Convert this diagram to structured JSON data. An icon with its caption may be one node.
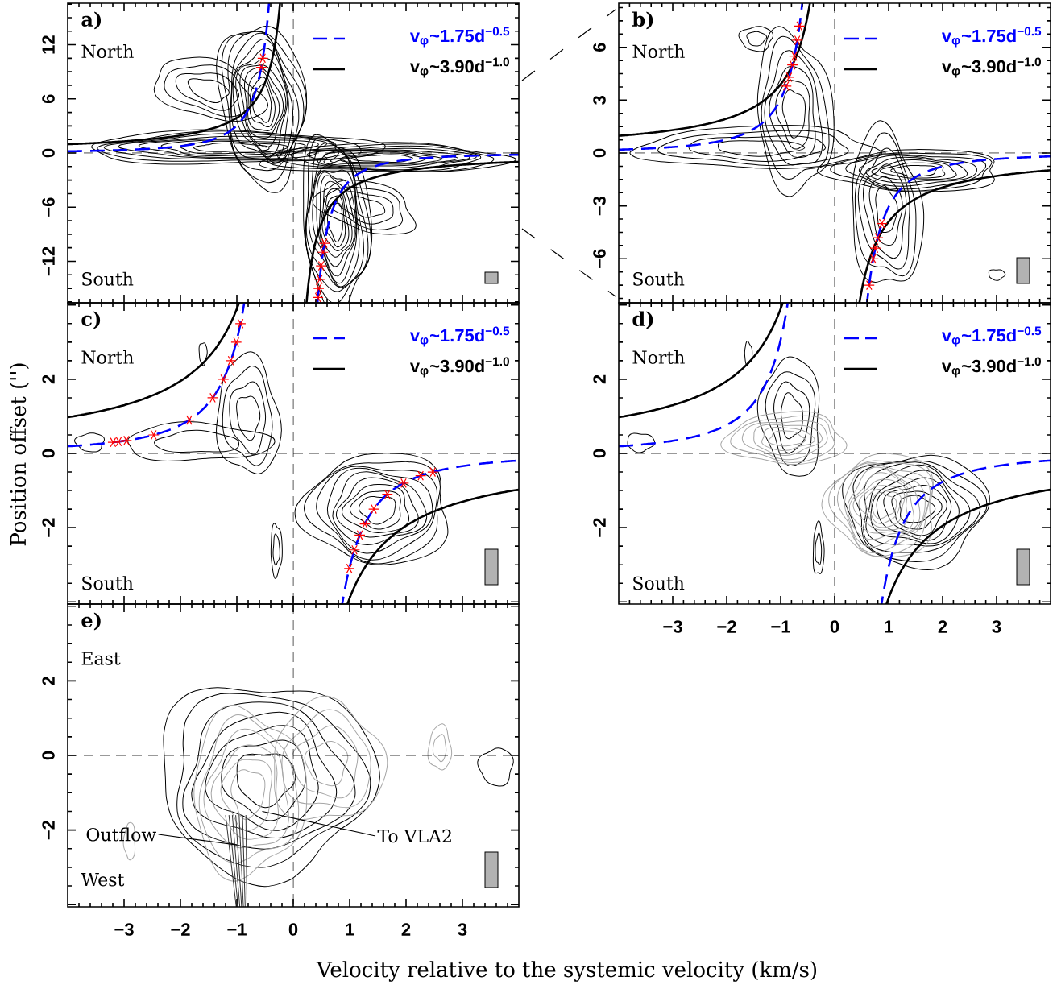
{
  "diagram": {
    "nodes": [
      {
        "text": [
          "Outflow"
        ]
      },
      {
        "text": [
          "To VLA2"
        ]
      }
    ],
    "edges": [
      {
        "from": 0,
        "to": null,
        "arrow": "none"
      },
      {
        "from": 1,
        "to": null,
        "arrow": "none"
      }
    ],
    "labels": [
      "a)",
      "North",
      "South",
      "12",
      "6",
      "0",
      "−6",
      "−12",
      "b)",
      "North",
      "South",
      "6",
      "3",
      "0",
      "−3",
      "−6",
      "c)",
      "North",
      "South",
      "2",
      "0",
      "−2",
      "Position offset ('')",
      "d)",
      "North",
      "South",
      "2",
      "0",
      "−2",
      "−3",
      "−2",
      "−1",
      "0",
      "1",
      "2",
      "3",
      "e)",
      "East",
      "West",
      "2",
      "0",
      "−2",
      "−3",
      "−2",
      "−1",
      "0",
      "1",
      "2",
      "3",
      "Velocity relative to the systemic velocity (km/s)"
    ],
    "legend": [
      {
        "text": "v$_{φ}$~1.75d$^{−0.5}$"
      },
      {
        "text": "v$_{φ}$~3.90d$^{−1.0}$"
      },
      {
        "text": "v$_{φ}$~1.75d$^{−0.5}$"
      },
      {
        "text": "v$_{φ}$~3.90d$^{−1.0}$"
      },
      {
        "text": "v$_{φ}$~1.75d$^{−0.5}$"
      },
      {
        "text": "v$_{φ}$~3.90d$^{−1.0}$"
      },
      {
        "text": "v$_{φ}$~1.75d$^{−0.5}$"
      },
      {
        "text": "v$_{φ}$~3.90d$^{−1.0}$"
      }
    ]
  }
}
